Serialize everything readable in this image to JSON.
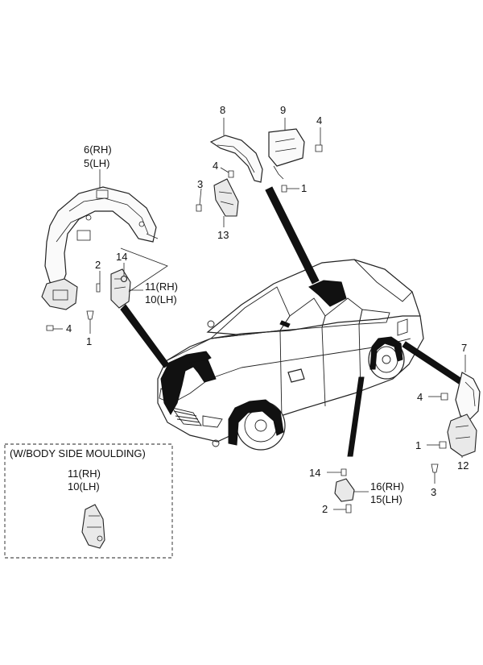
{
  "callouts": {
    "c1": "6(RH)",
    "c2": "5(LH)",
    "c3": "14",
    "c4": "2",
    "c5": "11(RH)",
    "c6": "10(LH)",
    "c7": "4",
    "c8": "1",
    "c9": "8",
    "c10": "9",
    "c11": "4",
    "c12": "4",
    "c13": "3",
    "c14": "1",
    "c15": "13",
    "c16": "7",
    "c17": "4",
    "c18": "1",
    "c19": "12",
    "c20": "3",
    "c21": "14",
    "c22": "16(RH)",
    "c23": "15(LH)",
    "c24": "2"
  },
  "inset": {
    "title": "(W/BODY SIDE MOULDING)",
    "label_rh": "11(RH)",
    "label_lh": "10(LH)"
  }
}
